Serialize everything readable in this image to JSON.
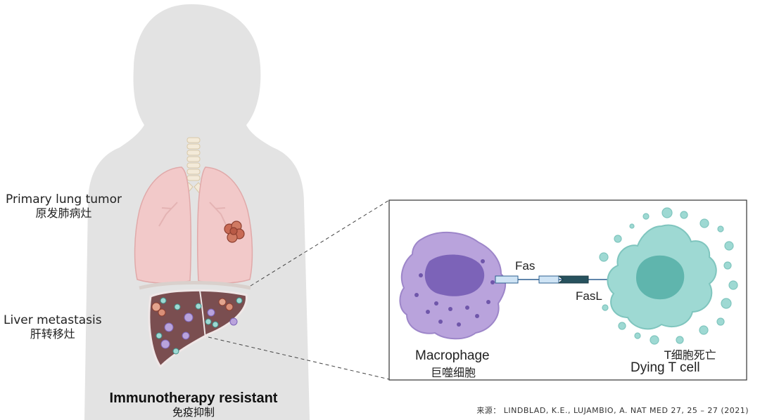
{
  "labels": {
    "primary_lung_tumor_en": "Primary lung tumor",
    "primary_lung_tumor_cn": "原发肺病灶",
    "liver_metastasis_en": "Liver metastasis",
    "liver_metastasis_cn": "肝转移灶"
  },
  "caption": {
    "main": "Immunotherapy resistant",
    "sub": "免疫抑制"
  },
  "inset": {
    "fas": "Fas",
    "fasl": "FasL",
    "macrophage_en": "Macrophage",
    "macrophage_cn": "巨噬细胞",
    "tcell_cn": "T细胞死亡",
    "tcell_en": "Dying T cell"
  },
  "source": "来源： LINDBLAD, K.E., LUJAMBIO, A. NAT MED 27, 25 – 27 (2021)",
  "colors": {
    "silhouette": "#e3e3e3",
    "lung": "#f2c9c9",
    "liver": "#7a4e50",
    "macrophage": "#b9a3dc",
    "macrophage_nucleus": "#7c63b8",
    "tcell": "#9ed9d3",
    "tcell_nucleus": "#5fb5ad",
    "tumor": "#c96a55"
  }
}
